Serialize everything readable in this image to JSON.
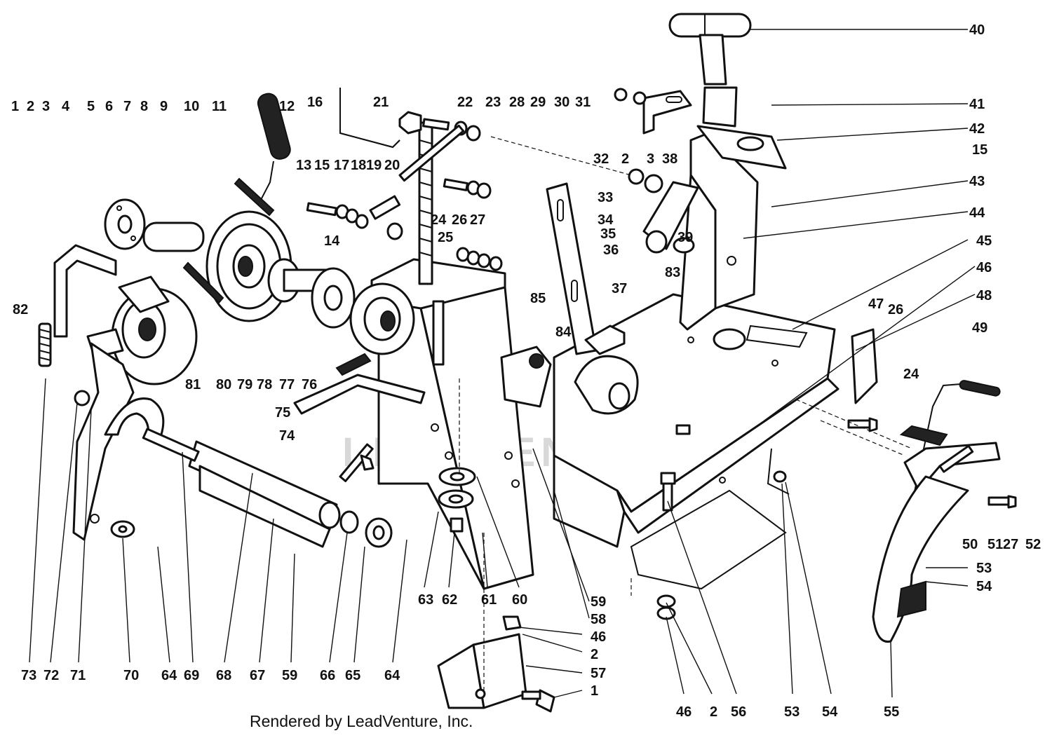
{
  "watermark": "LEADVENTURE",
  "footer": "Rendered by LeadVenture, Inc.",
  "callouts": [
    {
      "id": "1",
      "text": "1"
    },
    {
      "id": "2",
      "text": "2"
    },
    {
      "id": "3",
      "text": "3"
    },
    {
      "id": "4",
      "text": "4"
    },
    {
      "id": "5",
      "text": "5"
    },
    {
      "id": "6",
      "text": "6"
    },
    {
      "id": "7",
      "text": "7"
    },
    {
      "id": "8",
      "text": "8"
    },
    {
      "id": "9",
      "text": "9"
    },
    {
      "id": "10",
      "text": "10"
    },
    {
      "id": "11",
      "text": "11"
    },
    {
      "id": "12",
      "text": "12"
    },
    {
      "id": "13",
      "text": "13"
    },
    {
      "id": "14",
      "text": "14"
    },
    {
      "id": "15",
      "text": "15"
    },
    {
      "id": "16",
      "text": "16"
    },
    {
      "id": "17",
      "text": "17"
    },
    {
      "id": "18",
      "text": "18"
    },
    {
      "id": "19",
      "text": "19"
    },
    {
      "id": "20",
      "text": "20"
    },
    {
      "id": "21",
      "text": "21"
    },
    {
      "id": "22",
      "text": "22"
    },
    {
      "id": "23",
      "text": "23"
    },
    {
      "id": "24",
      "text": "24"
    },
    {
      "id": "25",
      "text": "25"
    },
    {
      "id": "26",
      "text": "26"
    },
    {
      "id": "27",
      "text": "27"
    },
    {
      "id": "28",
      "text": "28"
    },
    {
      "id": "29",
      "text": "29"
    },
    {
      "id": "30",
      "text": "30"
    },
    {
      "id": "31",
      "text": "31"
    },
    {
      "id": "32",
      "text": "32"
    },
    {
      "id": "33",
      "text": "33"
    },
    {
      "id": "34",
      "text": "34"
    },
    {
      "id": "35",
      "text": "35"
    },
    {
      "id": "36",
      "text": "36"
    },
    {
      "id": "37",
      "text": "37"
    },
    {
      "id": "38",
      "text": "38"
    },
    {
      "id": "39",
      "text": "39"
    },
    {
      "id": "40",
      "text": "40"
    },
    {
      "id": "41",
      "text": "41"
    },
    {
      "id": "42",
      "text": "42"
    },
    {
      "id": "43",
      "text": "43"
    },
    {
      "id": "44",
      "text": "44"
    },
    {
      "id": "45",
      "text": "45"
    },
    {
      "id": "46",
      "text": "46"
    },
    {
      "id": "47",
      "text": "47"
    },
    {
      "id": "48",
      "text": "48"
    },
    {
      "id": "49",
      "text": "49"
    },
    {
      "id": "50",
      "text": "50"
    },
    {
      "id": "51",
      "text": "51"
    },
    {
      "id": "52",
      "text": "52"
    },
    {
      "id": "53",
      "text": "53"
    },
    {
      "id": "54",
      "text": "54"
    },
    {
      "id": "55",
      "text": "55"
    },
    {
      "id": "56",
      "text": "56"
    },
    {
      "id": "57",
      "text": "57"
    },
    {
      "id": "58",
      "text": "58"
    },
    {
      "id": "59",
      "text": "59"
    },
    {
      "id": "60",
      "text": "60"
    },
    {
      "id": "61",
      "text": "61"
    },
    {
      "id": "62",
      "text": "62"
    },
    {
      "id": "63",
      "text": "63"
    },
    {
      "id": "64",
      "text": "64"
    },
    {
      "id": "65",
      "text": "65"
    },
    {
      "id": "66",
      "text": "66"
    },
    {
      "id": "67",
      "text": "67"
    },
    {
      "id": "68",
      "text": "68"
    },
    {
      "id": "69",
      "text": "69"
    },
    {
      "id": "70",
      "text": "70"
    },
    {
      "id": "71",
      "text": "71"
    },
    {
      "id": "72",
      "text": "72"
    },
    {
      "id": "73",
      "text": "73"
    },
    {
      "id": "74",
      "text": "74"
    },
    {
      "id": "75",
      "text": "75"
    },
    {
      "id": "76",
      "text": "76"
    },
    {
      "id": "77",
      "text": "77"
    },
    {
      "id": "78",
      "text": "78"
    },
    {
      "id": "79",
      "text": "79"
    },
    {
      "id": "80",
      "text": "80"
    },
    {
      "id": "81",
      "text": "81"
    },
    {
      "id": "82",
      "text": "82"
    },
    {
      "id": "83",
      "text": "83"
    },
    {
      "id": "84",
      "text": "84"
    },
    {
      "id": "85",
      "text": "85"
    }
  ],
  "repeat_callouts": [
    "1",
    "2",
    "2",
    "2",
    "3",
    "15",
    "24",
    "26",
    "27",
    "46",
    "46",
    "53",
    "54",
    "59",
    "64"
  ]
}
